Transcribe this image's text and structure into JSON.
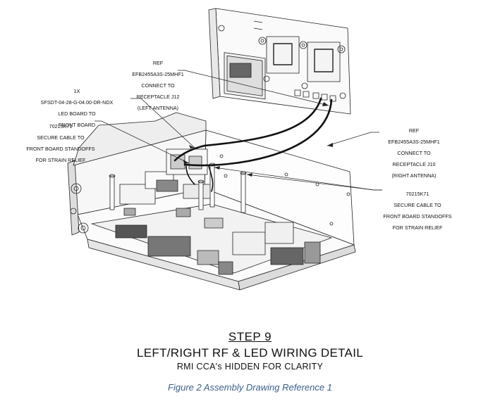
{
  "callouts": {
    "ref_left": {
      "lines": [
        "REF",
        "EFB2455A3S-25MHF1",
        "CONNECT TO",
        "RECEPTACLE J12",
        "(LEFT ANTENNA)"
      ]
    },
    "led_board": {
      "lines": [
        "1X",
        "SFSDT-04-28-G-04.00-DR-NDX",
        "LED BOARD TO",
        "FRONT BOARD"
      ]
    },
    "cable_left": {
      "lines": [
        "70215K71",
        "SECURE CABLE TO",
        "FRONT BOARD STANDOFFS",
        "FOR STRAIN RELIEF"
      ]
    },
    "ref_right": {
      "lines": [
        "REF",
        "EFB2455A3S-25MHF1",
        "CONNECT TO",
        "RECEPTACLE J10",
        "(RIGHT ANTENNA)"
      ]
    },
    "cable_right": {
      "lines": [
        "70215K71",
        "SECURE CABLE TO",
        "FRONT BOARD STANDOFFS",
        "FOR STRAIN RELIEF"
      ]
    }
  },
  "step": {
    "title": "STEP 9",
    "subtitle": "LEFT/RIGHT RF & LED WIRING DETAIL",
    "note": "RMI CCA's HIDDEN FOR CLARITY"
  },
  "caption": "Figure 2 Assembly Drawing Reference 1"
}
